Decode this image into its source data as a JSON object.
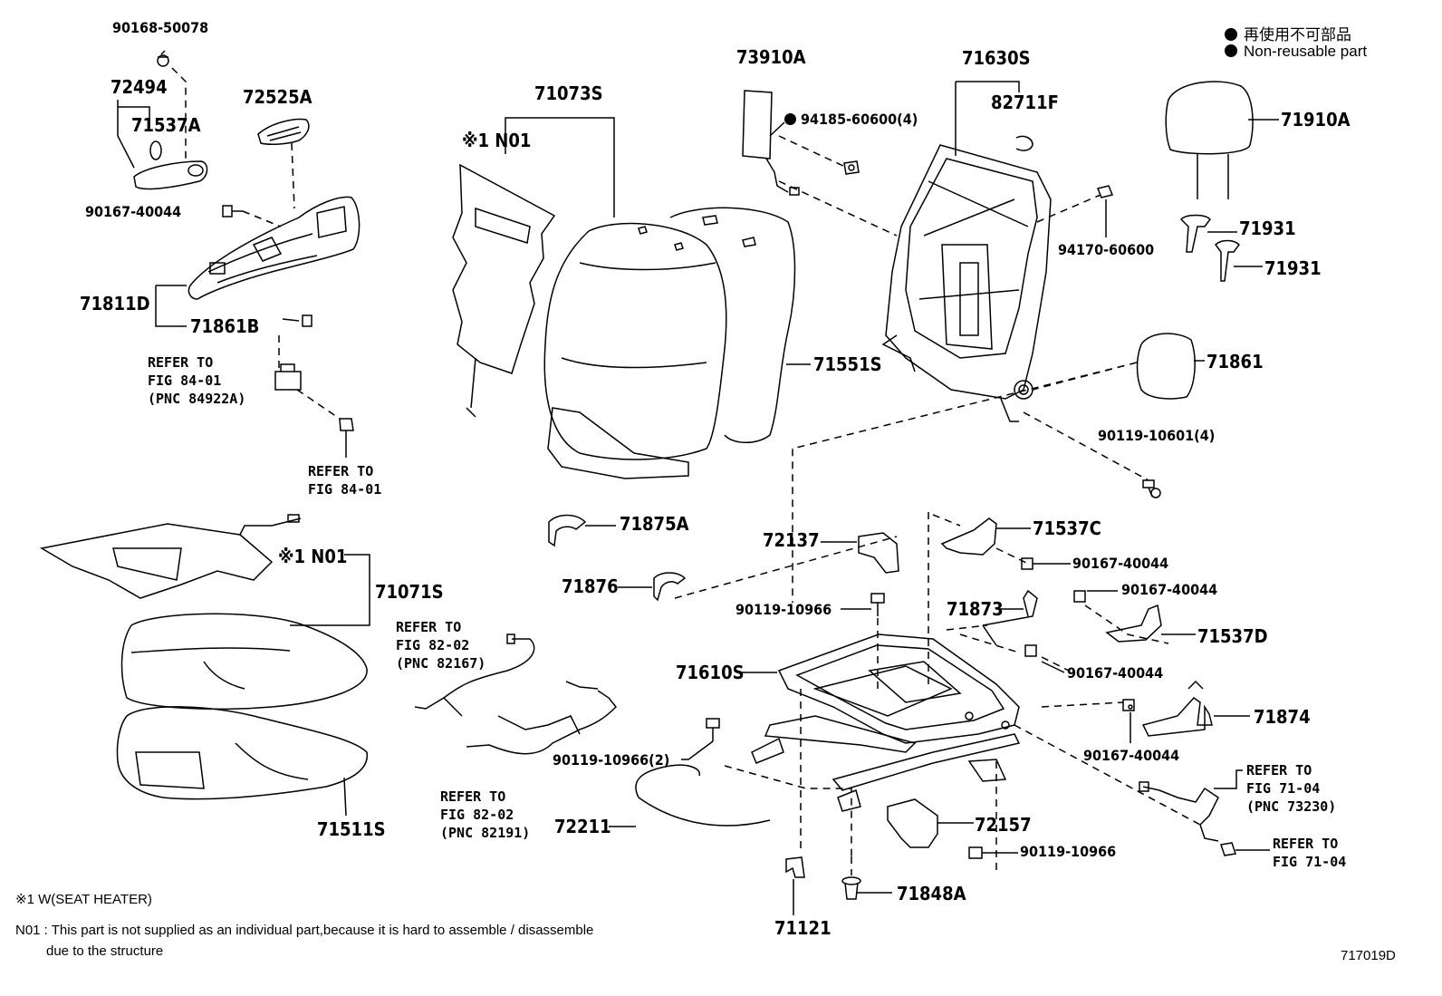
{
  "legend": {
    "jp": "再使用不可部品",
    "en": "Non-reusable part",
    "dot_color": "#000000"
  },
  "parts": {
    "p90168_50078": "90168-50078",
    "p72494": "72494",
    "p71537A": "71537A",
    "p72525A": "72525A",
    "p90167_40044_a": "90167-40044",
    "p71811D": "71811D",
    "p71861B": "71861B",
    "p71073S": "71073S",
    "mark_n01_top": "※1 N01",
    "p73910A": "73910A",
    "p94185": "94185-60600(4)",
    "p71630S": "71630S",
    "p82711F": "82711F",
    "p71910A": "71910A",
    "p71931_a": "71931",
    "p71931_b": "71931",
    "p94170": "94170-60600",
    "p71551S": "71551S",
    "p71861": "71861",
    "p90119_10601": "90119-10601(4)",
    "mark_n01_bottom": "※1 N01",
    "p71071S": "71071S",
    "p71875A": "71875A",
    "p71876": "71876",
    "p72137": "72137",
    "p71537C": "71537C",
    "p90167_40044_b": "90167-40044",
    "p90167_40044_c": "90167-40044",
    "p90119_10966_a": "90119-10966",
    "p71873": "71873",
    "p71537D": "71537D",
    "p71610S": "71610S",
    "p90167_40044_d": "90167-40044",
    "p71874": "71874",
    "p90167_40044_e": "90167-40044",
    "p90119_10966_2": "90119-10966(2)",
    "p72211": "72211",
    "p72157": "72157",
    "p90119_10966_b": "90119-10966",
    "p71511S": "71511S",
    "p71848A": "71848A",
    "p71121": "71121"
  },
  "refs": {
    "r_84_01_pnc": "REFER TO\nFIG 84-01\n(PNC 84922A)",
    "r_84_01": "REFER TO\nFIG 84-01",
    "r_82_02_a": "REFER TO\nFIG 82-02\n(PNC 82167)",
    "r_82_02_b": "REFER TO\nFIG 82-02\n(PNC 82191)",
    "r_71_04_pnc": "REFER TO\nFIG 71-04\n(PNC 73230)",
    "r_71_04": "REFER TO\nFIG 71-04"
  },
  "notes": {
    "n1": "※1   W(SEAT  HEATER)",
    "n2": "N01 : This part is not supplied as an individual part,because it is hard to assemble / disassemble",
    "n3": "due to the structure",
    "figure_id": "717019D"
  }
}
